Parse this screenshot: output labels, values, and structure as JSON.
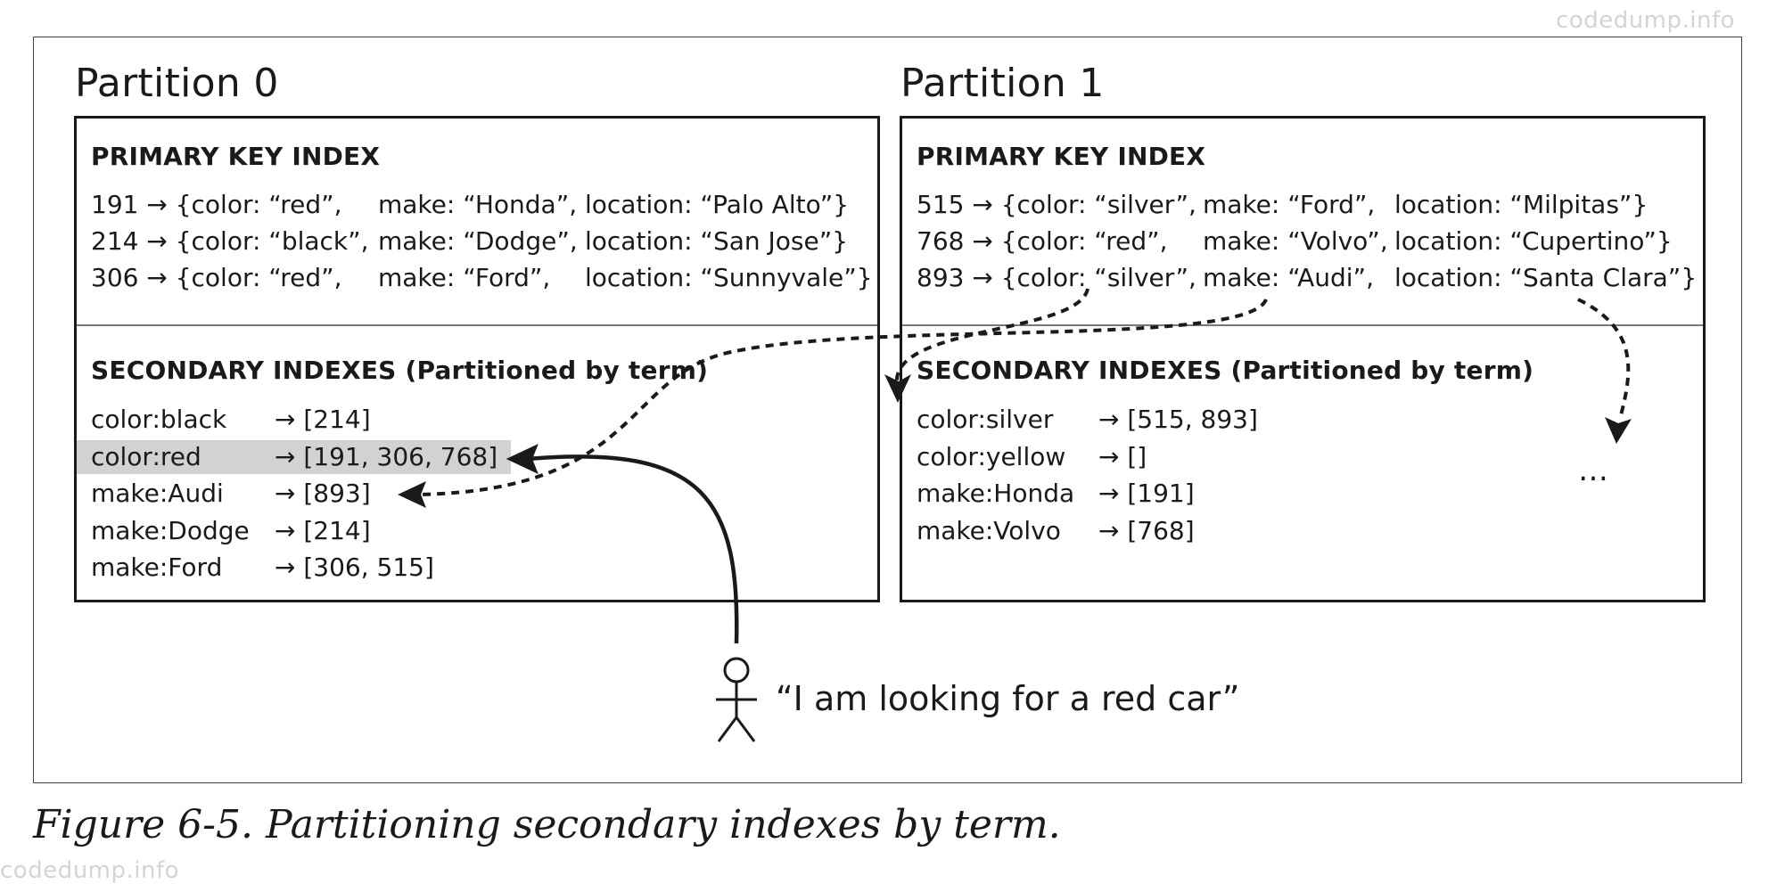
{
  "watermark": "codedump.info",
  "caption": "Figure 6-5. Partitioning secondary indexes by term.",
  "person_quote": "“I am looking for a red car”",
  "partitions": [
    {
      "title": "Partition 0",
      "primary_title": "PRIMARY KEY INDEX",
      "primary_rows": [
        {
          "key": "191 → {color: “red”,",
          "make": "make: “Honda”,",
          "loc": "location: “Palo Alto”}"
        },
        {
          "key": "214 → {color: “black”,",
          "make": "make: “Dodge”,",
          "loc": "location: “San Jose”}"
        },
        {
          "key": "306 → {color: “red”,",
          "make": "make: “Ford”,",
          "loc": "location: “Sunnyvale”}"
        }
      ],
      "secondary_title": "SECONDARY INDEXES (Partitioned by term)",
      "secondary_rows": [
        {
          "term": "color:black",
          "ids": "→ [214]"
        },
        {
          "term": "color:red",
          "ids": "→ [191, 306, 768]"
        },
        {
          "term": "make:Audi",
          "ids": "→ [893]"
        },
        {
          "term": "make:Dodge",
          "ids": "→ [214]"
        },
        {
          "term": "make:Ford",
          "ids": "→ [306, 515]"
        }
      ]
    },
    {
      "title": "Partition 1",
      "primary_title": "PRIMARY KEY INDEX",
      "primary_rows": [
        {
          "key": "515 → {color: “silver”,",
          "make": "make: “Ford”,",
          "loc": "location: “Milpitas”}"
        },
        {
          "key": "768 → {color: “red”,",
          "make": "make: “Volvo”,",
          "loc": "location: “Cupertino”}"
        },
        {
          "key": "893 → {color: “silver”,",
          "make": "make: “Audi”,",
          "loc": "location: “Santa Clara”}"
        }
      ],
      "secondary_title": "SECONDARY INDEXES (Partitioned by term)",
      "secondary_rows": [
        {
          "term": "color:silver",
          "ids": "→ [515, 893]"
        },
        {
          "term": "color:yellow",
          "ids": "→ []"
        },
        {
          "term": "make:Honda",
          "ids": "→ [191]"
        },
        {
          "term": "make:Volvo",
          "ids": "→ [768]"
        }
      ],
      "ellipsis": "…"
    }
  ],
  "colors": {
    "border": "#1a1a1a",
    "highlight": "#d2d2d2",
    "watermark": "#d4d4d4"
  }
}
